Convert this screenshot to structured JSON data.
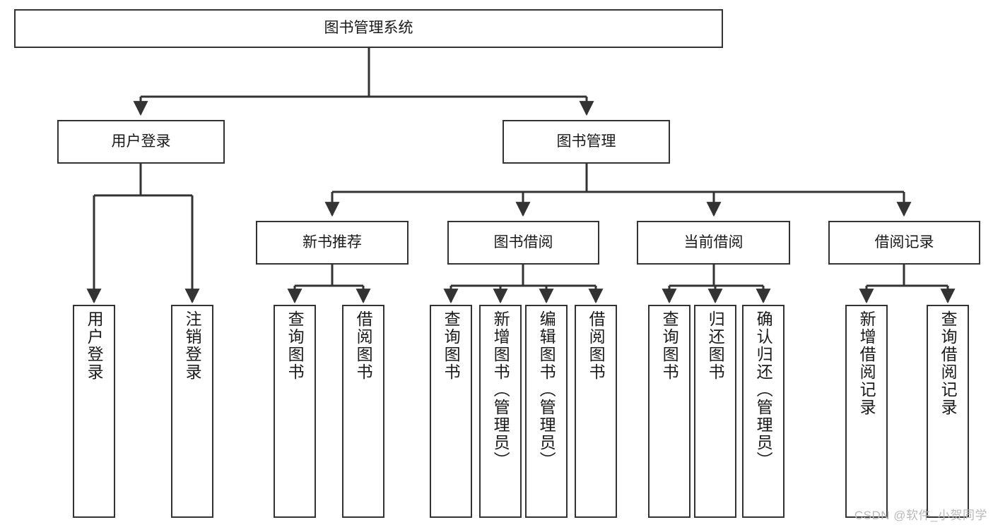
{
  "diagram": {
    "title": "图书管理系统",
    "type": "tree-hierarchy",
    "root": {
      "id": "root",
      "label": "图书管理系统"
    },
    "level2": [
      {
        "id": "user-login",
        "label": "用户登录"
      },
      {
        "id": "book-manage",
        "label": "图书管理"
      }
    ],
    "level3": [
      {
        "id": "new-book-rec",
        "label": "新书推荐"
      },
      {
        "id": "book-borrow",
        "label": "图书借阅"
      },
      {
        "id": "current-borrow",
        "label": "当前借阅"
      },
      {
        "id": "borrow-record",
        "label": "借阅记录"
      }
    ],
    "leaves": {
      "user_login": [
        {
          "id": "leaf-user-login",
          "label": "用户登录"
        },
        {
          "id": "leaf-user-logout",
          "label": "注销登录"
        }
      ],
      "new_book_rec": [
        {
          "id": "leaf-query-book-1",
          "label": "查询图书"
        },
        {
          "id": "leaf-borrow-book-1",
          "label": "借阅图书"
        }
      ],
      "book_borrow": [
        {
          "id": "leaf-query-book-2",
          "label": "查询图书"
        },
        {
          "id": "leaf-add-book",
          "label": "新增图书（管理员）"
        },
        {
          "id": "leaf-edit-book",
          "label": "编辑图书（管理员）"
        },
        {
          "id": "leaf-borrow-book-2",
          "label": "借阅图书"
        }
      ],
      "current_borrow": [
        {
          "id": "leaf-query-book-3",
          "label": "查询图书"
        },
        {
          "id": "leaf-return-book",
          "label": "归还图书"
        },
        {
          "id": "leaf-confirm-return",
          "label": "确认归还（管理员）"
        }
      ],
      "borrow_record": [
        {
          "id": "leaf-add-record",
          "label": "新增借阅记录"
        },
        {
          "id": "leaf-query-record",
          "label": "查询借阅记录"
        }
      ]
    }
  },
  "watermark": {
    "text": "CSDN @软件_小贺同学"
  },
  "colors": {
    "box_border": "#333333",
    "box_fill": "#ffffff",
    "connector": "#333333",
    "text": "#1a1a1a",
    "watermark": "#b9b9b9",
    "background": "#ffffff"
  }
}
